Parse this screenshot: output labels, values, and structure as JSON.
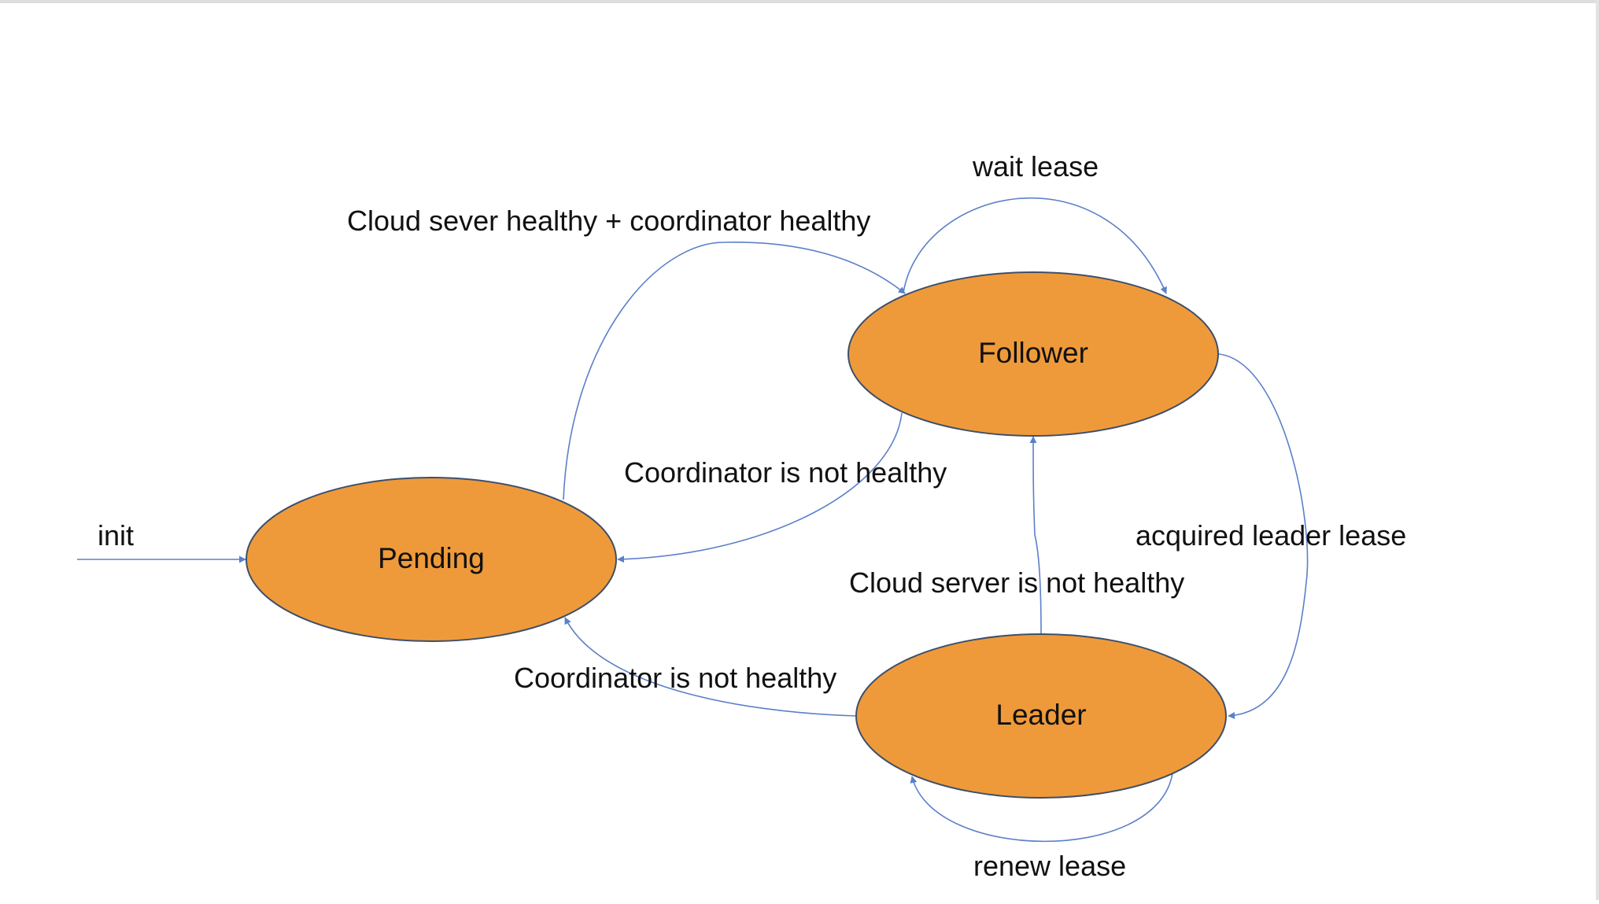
{
  "diagram": {
    "colors": {
      "node_fill": "#ef9a3a",
      "node_stroke": "#3d4f6b",
      "edge": "#5b80c8",
      "text": "#111111"
    },
    "nodes": {
      "pending": "Pending",
      "follower": "Follower",
      "leader": "Leader"
    },
    "edges": {
      "init": "init",
      "pending_to_follower": "Cloud sever healthy + coordinator healthy",
      "follower_self": "wait lease",
      "follower_to_pending": "Coordinator is not healthy",
      "follower_to_leader": "acquired leader lease",
      "leader_to_follower": "Cloud server is not healthy",
      "leader_to_pending": "Coordinator is not healthy",
      "leader_self": "renew lease"
    }
  }
}
